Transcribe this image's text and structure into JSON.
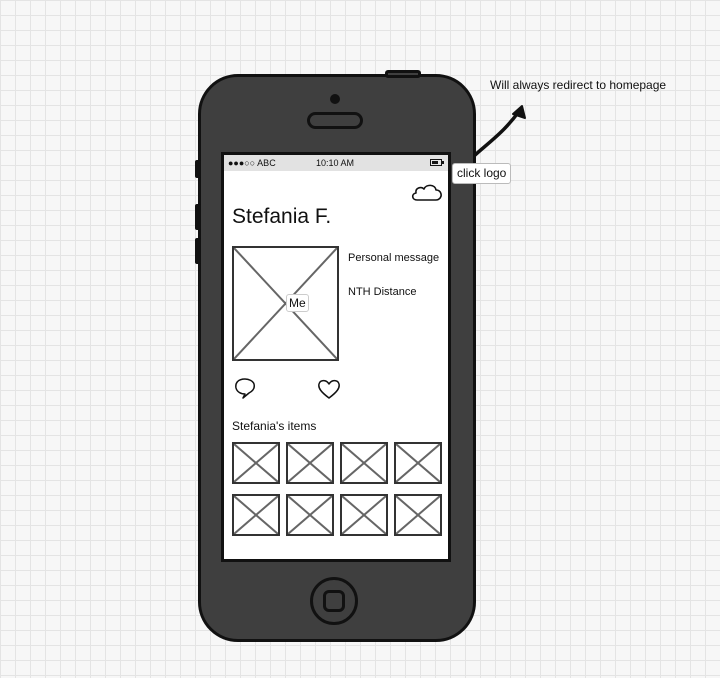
{
  "annotation": {
    "note": "Will always redirect to homepage",
    "callout": "click logo"
  },
  "status_bar": {
    "carrier": "●●●○○ ABC",
    "time": "10:10 AM"
  },
  "header": {
    "logo_icon": "cloud-icon"
  },
  "profile": {
    "name": "Stefania F.",
    "photo_label": "Me",
    "personal_message": "Personal message",
    "distance": "NTH Distance"
  },
  "actions": {
    "chat_icon": "speech-bubble-icon",
    "favorite_icon": "heart-icon"
  },
  "items": {
    "heading": "Stefania's items",
    "count": 8
  },
  "colors": {
    "device_body": "#3f3f3f",
    "status_bar": "#e2e2e2",
    "screen": "#ffffff"
  }
}
